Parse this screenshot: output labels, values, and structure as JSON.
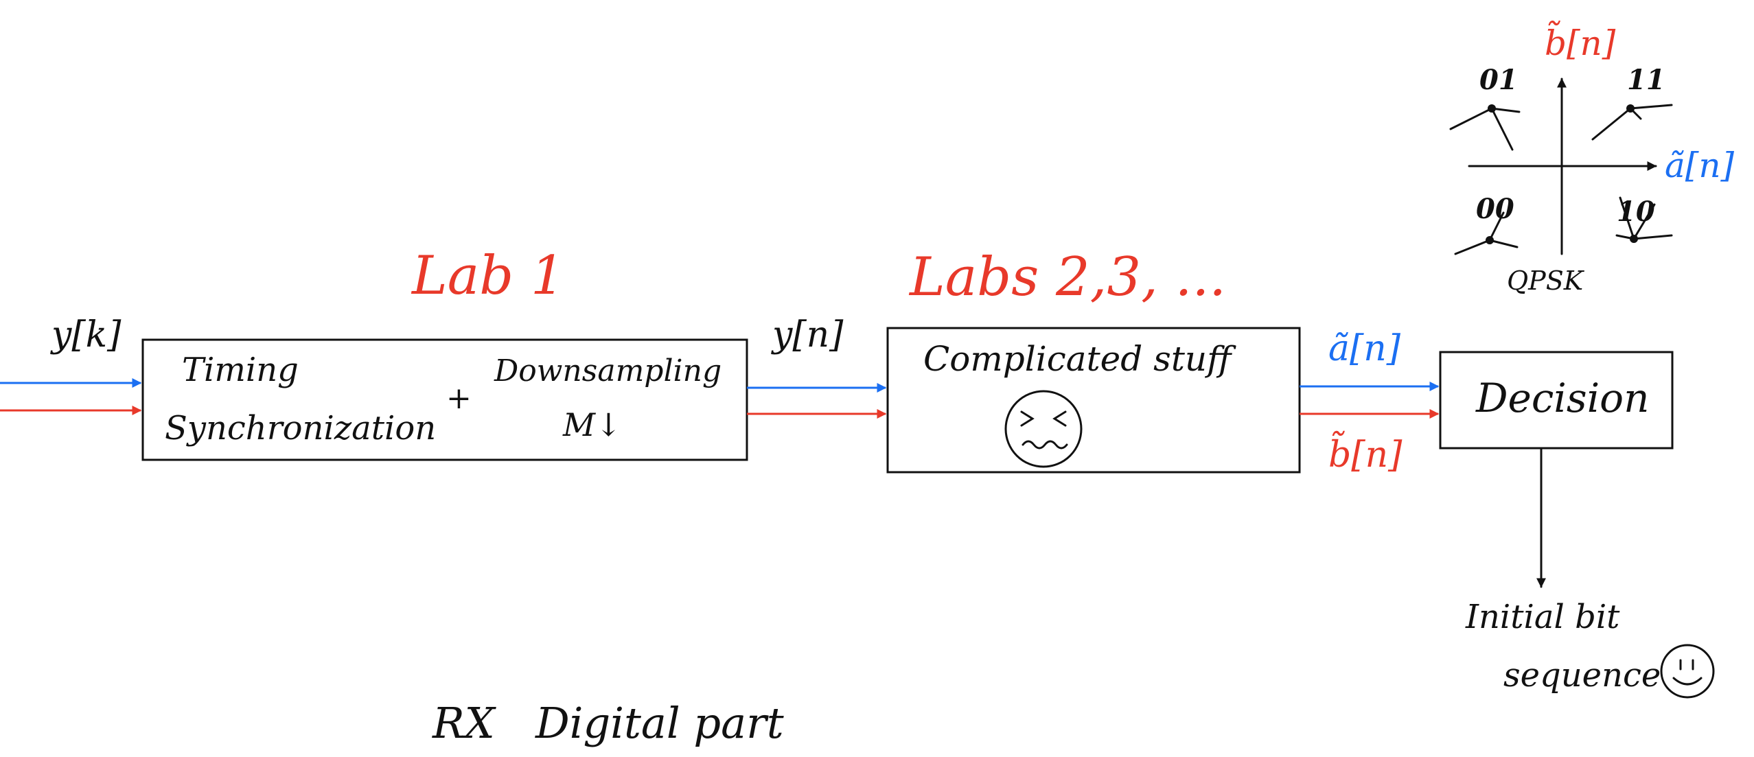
{
  "colors": {
    "blue": "#1b6ff2",
    "red": "#e8392a",
    "ink": "#111111"
  },
  "labels": {
    "lab1": "Lab 1",
    "labs_next": "Labs 2,3, ...",
    "input_signal": "y[k]",
    "mid_signal": "y[n]",
    "a_signal": "ã[n]",
    "b_signal": "b̃[n]",
    "footer": "RX   Digital part",
    "output": {
      "line1": "Initial bit",
      "line2": "sequence"
    }
  },
  "blocks": {
    "timing": {
      "timing": "Timing",
      "synchronization": "Synchronization",
      "plus": "+",
      "downsampling": "Downsampling",
      "factor": "M↓"
    },
    "complicated": {
      "label": "Complicated stuff"
    },
    "decision": {
      "label": "Decision"
    }
  },
  "constellation": {
    "title": "QPSK",
    "x_axis_label": "ã[n]",
    "y_axis_label": "b̃[n]",
    "points": [
      {
        "label": "01",
        "quadrant": "top-left"
      },
      {
        "label": "11",
        "quadrant": "top-right"
      },
      {
        "label": "00",
        "quadrant": "bottom-left"
      },
      {
        "label": "10",
        "quadrant": "bottom-right"
      }
    ]
  },
  "icons": [
    "angry-face-icon",
    "smiley-face-icon"
  ]
}
